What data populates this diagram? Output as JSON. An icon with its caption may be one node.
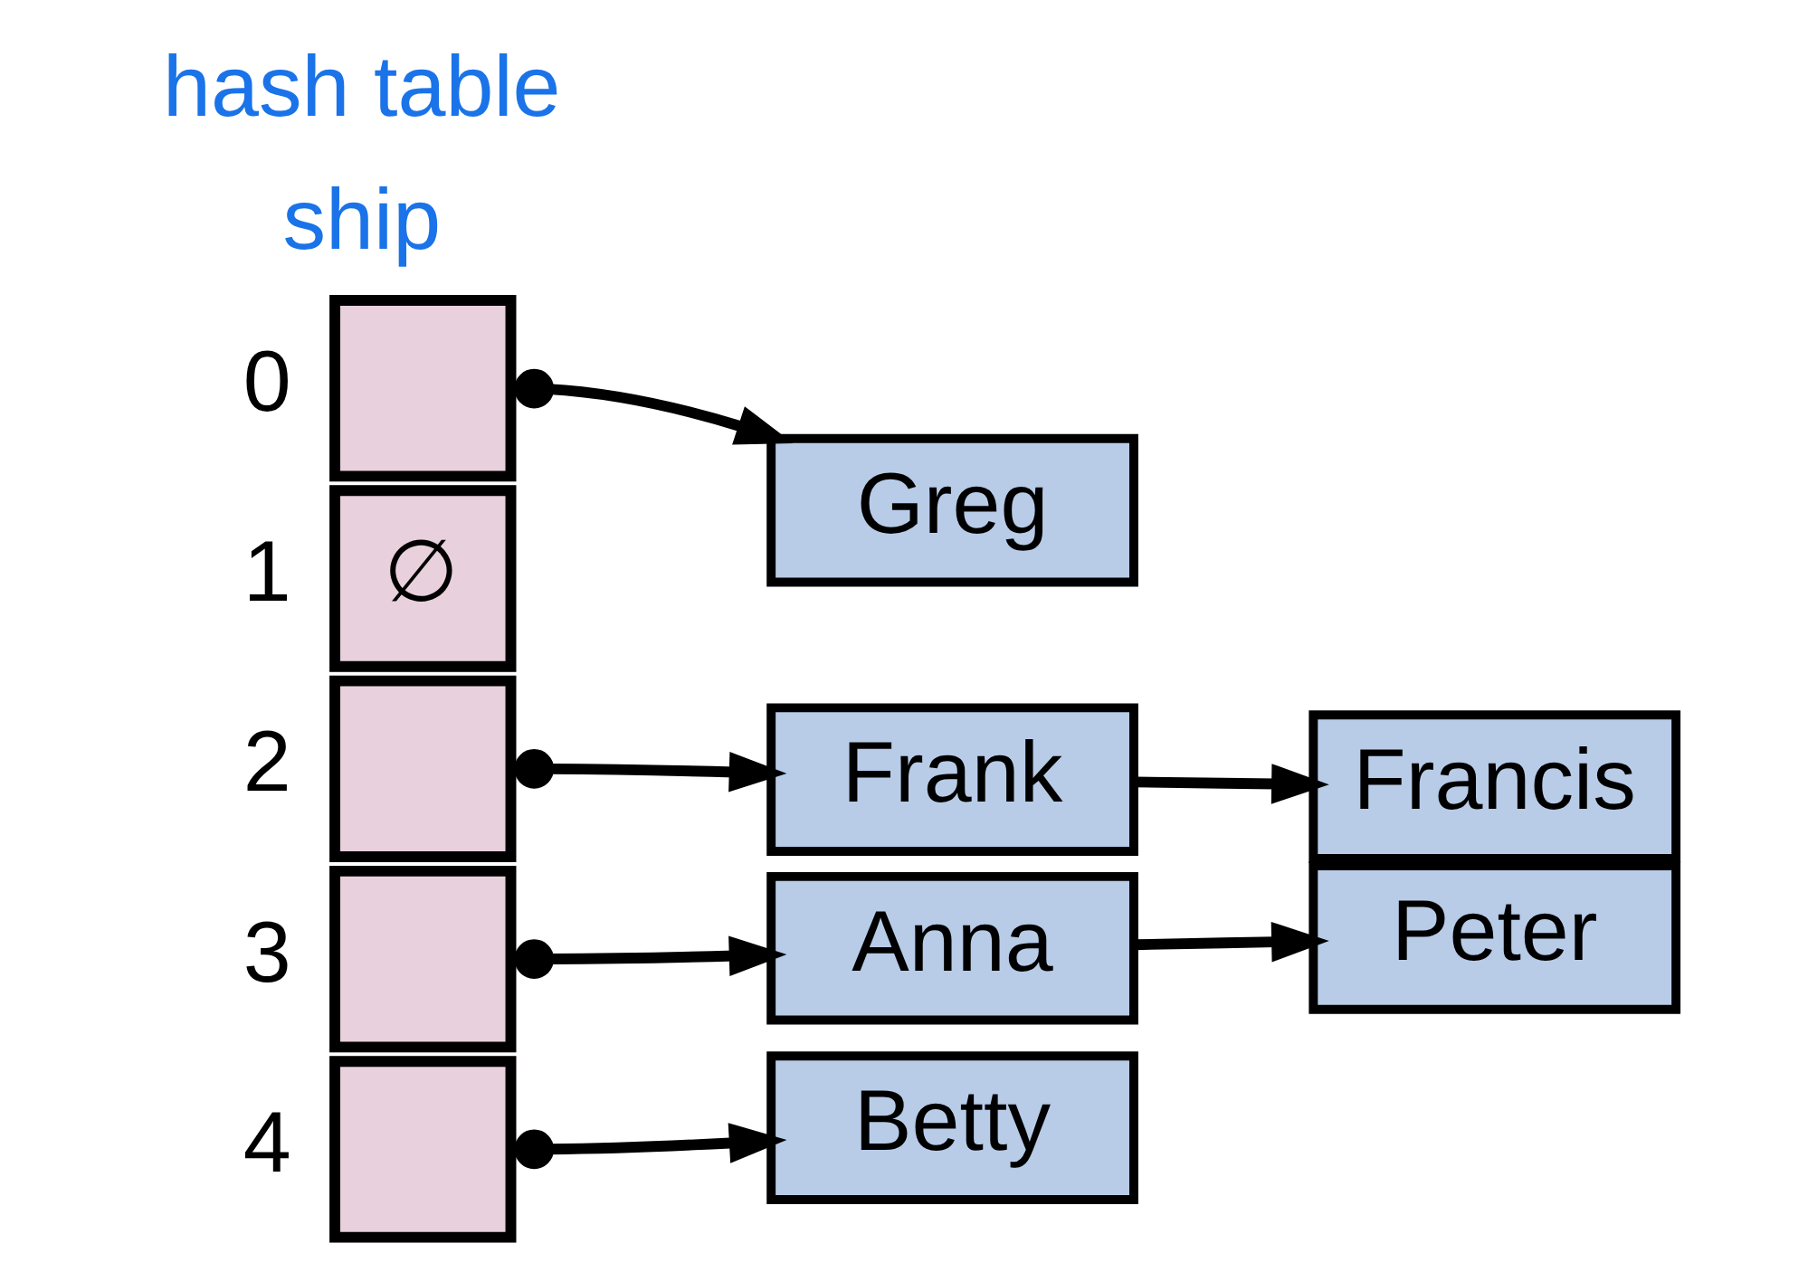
{
  "diagram": {
    "nodes": [
      {
        "text": [],
        "shape": "box",
        "beside": [
          "0"
        ]
      },
      {
        "text": [
          "∅"
        ],
        "beside": [
          "1"
        ]
      },
      {
        "text": [],
        "shape": "box",
        "beside": [
          "2"
        ]
      },
      {
        "text": [],
        "shape": "box",
        "beside": [
          "3"
        ]
      },
      {
        "text": [],
        "shape": "box",
        "beside": [
          "4"
        ]
      },
      {
        "text": [
          "Greg"
        ]
      },
      {
        "text": [
          "Frank"
        ]
      },
      {
        "text": [
          "Anna"
        ]
      },
      {
        "text": [
          "Betty"
        ]
      },
      {
        "text": [
          "Francis"
        ]
      },
      {
        "text": [
          "Peter"
        ]
      }
    ],
    "edges": [
      {
        "from": 0,
        "to": 5,
        "arrow": "to"
      },
      {
        "from": 2,
        "to": 6,
        "arrow": "to"
      },
      {
        "from": 3,
        "to": 7,
        "arrow": "to"
      },
      {
        "from": 4,
        "to": 8,
        "arrow": "to"
      },
      {
        "from": 6,
        "to": 9,
        "arrow": "to"
      },
      {
        "from": 7,
        "to": 10,
        "arrow": "to"
      }
    ],
    "labels": [
      "ship",
      "hash table"
    ]
  }
}
